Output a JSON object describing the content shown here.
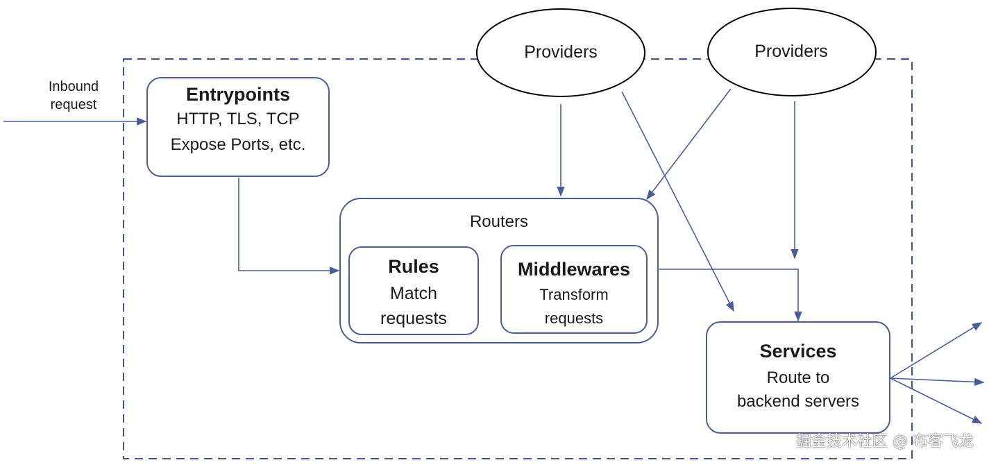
{
  "inbound": {
    "line1": "Inbound",
    "line2": "request"
  },
  "entrypoints": {
    "title": "Entrypoints",
    "line1": "HTTP, TLS, TCP",
    "line2": "Expose Ports, etc."
  },
  "routers": {
    "title": "Routers"
  },
  "rules": {
    "title": "Rules",
    "line1": "Match",
    "line2": "requests"
  },
  "middlewares": {
    "title": "Middlewares",
    "line1": "Transform",
    "line2": "requests"
  },
  "providers": [
    {
      "label": "Providers"
    },
    {
      "label": "Providers"
    }
  ],
  "services": {
    "title": "Services",
    "line1": "Route to",
    "line2": "backend servers"
  },
  "watermark": "掘金技术社区 @ 布客飞龙",
  "colors": {
    "line": "#4a5e96",
    "dashed_border": "#3d5590",
    "box_border": "#4a5e96",
    "ellipse_border": "#000000"
  }
}
